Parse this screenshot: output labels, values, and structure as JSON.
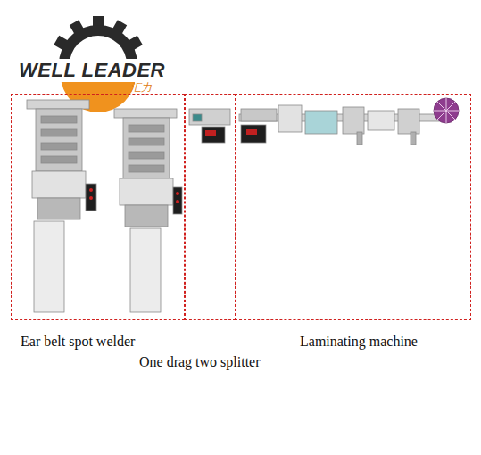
{
  "diagram": {
    "nodes": [
      {
        "text": [
          "Ear belt spot welder"
        ]
      },
      {
        "text": [
          "One drag two splitter"
        ]
      },
      {
        "text": [
          "Laminating machine"
        ]
      }
    ],
    "labels": [
      "WELL LEADER",
      "汇力"
    ]
  }
}
